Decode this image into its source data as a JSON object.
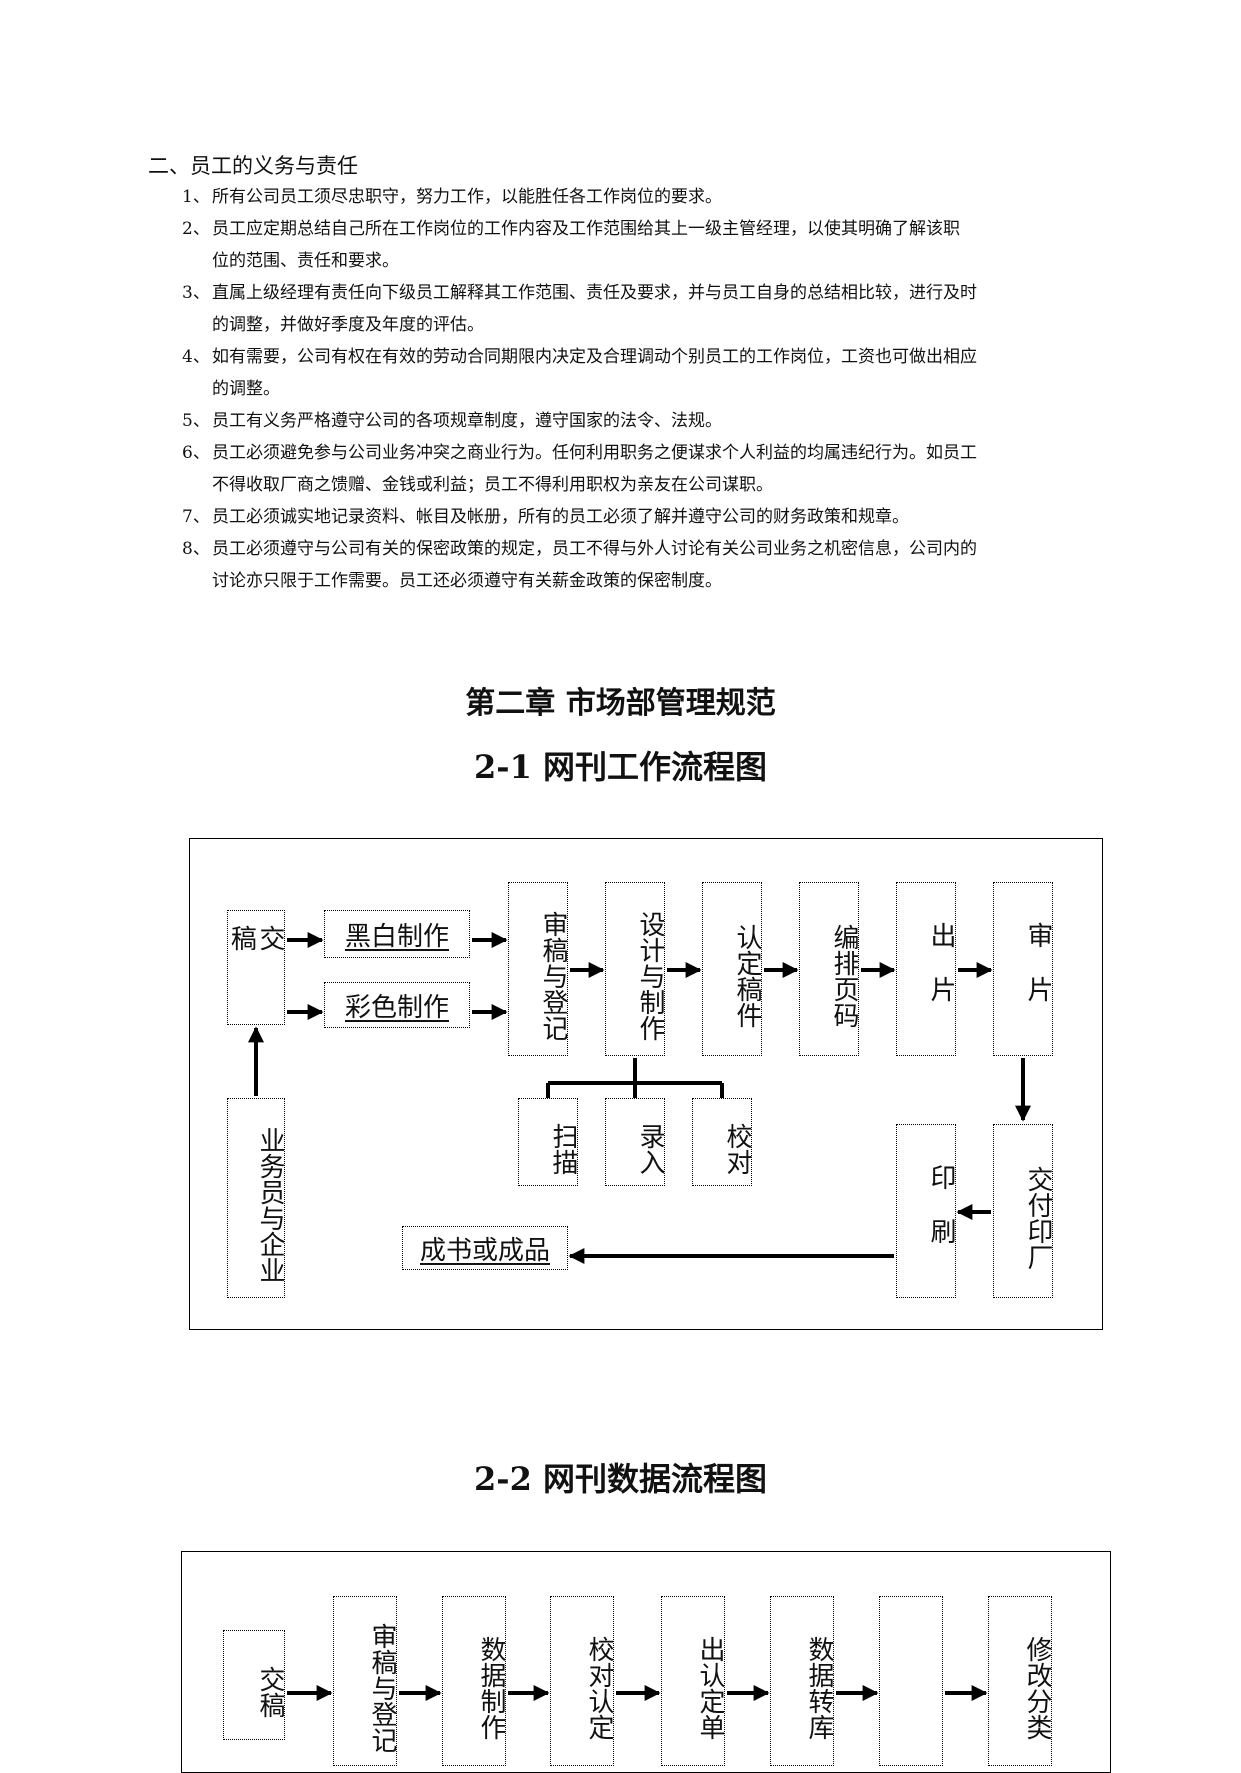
{
  "section": {
    "heading": "二、员工的义务与责任",
    "clauses": [
      {
        "num": "1、",
        "text": "所有公司员工须尽忠职守，努力工作，以能胜任各工作岗位的要求。"
      },
      {
        "num": "2、",
        "text": "员工应定期总结自己所在工作岗位的工作内容及工作范围给其上一级主管经理，以使其明确了解该职",
        "cont": "位的范围、责任和要求。"
      },
      {
        "num": "3、",
        "text": "直属上级经理有责任向下级员工解释其工作范围、责任及要求，并与员工自身的总结相比较，进行及时",
        "cont": "的调整，并做好季度及年度的评估。"
      },
      {
        "num": "4、",
        "text": "如有需要，公司有权在有效的劳动合同期限内决定及合理调动个别员工的工作岗位，工资也可做出相应",
        "cont": "的调整。"
      },
      {
        "num": "5、",
        "text": "员工有义务严格遵守公司的各项规章制度，遵守国家的法令、法规。"
      },
      {
        "num": "6、",
        "text": "员工必须避免参与公司业务冲突之商业行为。任何利用职务之便谋求个人利益的均属违纪行为。如员工",
        "cont": "不得收取厂商之馈赠、金钱或利益；员工不得利用职权为亲友在公司谋职。"
      },
      {
        "num": "7、",
        "text": "员工必须诚实地记录资料、帐目及帐册，所有的员工必须了解并遵守公司的财务政策和规章。"
      },
      {
        "num": "8、",
        "text": "员工必须遵守与公司有关的保密政策的规定，员工不得与外人讨论有关公司业务之机密信息，公司内的",
        "cont": "讨论亦只限于工作需要。员工还必须遵守有关薪金政策的保密制度。"
      }
    ]
  },
  "chapter_title": "第二章  市场部管理规范",
  "flow1": {
    "title": "2-1 网刊工作流程图",
    "nodes": {
      "submit": "交稿",
      "bw": "黑白制作",
      "color": "彩色制作",
      "review": "审稿与登记",
      "design": "设计与制作",
      "confirm": "认定稿件",
      "paging": "编排页码",
      "film": "出片",
      "filmcheck": "审片",
      "scan": "扫描",
      "input": "录入",
      "proof": "校对",
      "sales": "业务员与企业",
      "deliver": "交付印厂",
      "print": "印刷",
      "product": "成书或成品"
    }
  },
  "flow2": {
    "title": "2-2 网刊数据流程图",
    "nodes": {
      "submit": "交稿",
      "review": "审稿与登记",
      "datamake": "数据制作",
      "proofconfirm": "校对认定",
      "confirmsheet": "出认定单",
      "transfer": "数据转库",
      "blank": "",
      "modify": "修改分类"
    }
  }
}
